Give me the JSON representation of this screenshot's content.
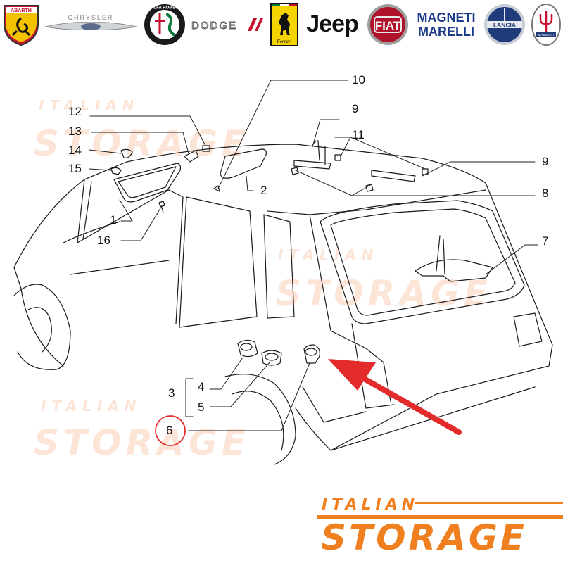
{
  "brands": [
    {
      "name": "Abarth",
      "text": "ABARTH",
      "icon": "abarth-scorpion-icon"
    },
    {
      "name": "Chrysler",
      "text": "CHRYSLER",
      "icon": "chrysler-wings-icon"
    },
    {
      "name": "Alfa Romeo",
      "text": "ALFA ROMEO",
      "icon": "alfa-romeo-badge-icon"
    },
    {
      "name": "Dodge",
      "text": "DODGE",
      "icon": "dodge-stripes-icon"
    },
    {
      "name": "Ferrari",
      "text": "Ferrari",
      "icon": "ferrari-horse-icon"
    },
    {
      "name": "Jeep",
      "text": "Jeep",
      "icon": "jeep-wordmark-icon"
    },
    {
      "name": "Fiat",
      "text": "FIAT",
      "icon": "fiat-badge-icon"
    },
    {
      "name": "Magneti Marelli",
      "text_line1": "MAGNETI",
      "text_line2": "MARELLI",
      "icon": "magneti-marelli-wordmark-icon"
    },
    {
      "name": "Lancia",
      "text": "LANCIA",
      "icon": "lancia-badge-icon"
    },
    {
      "name": "Maserati",
      "text": "MASERATI",
      "icon": "maserati-trident-icon"
    }
  ],
  "callouts": {
    "c1": "1",
    "c2": "2",
    "c3": "3",
    "c4": "4",
    "c5": "5",
    "c6": "6",
    "c7": "7",
    "c8": "8",
    "c9a": "9",
    "c9b": "9",
    "c10": "10",
    "c11": "11",
    "c12": "12",
    "c13": "13",
    "c14": "14",
    "c15": "15",
    "c16": "16"
  },
  "highlight": {
    "callout": "6",
    "circle_color": "#e32b2b",
    "arrow_color": "#e32b2b"
  },
  "watermark": {
    "line1": "ITALIAN",
    "line2": "STORAGE"
  },
  "footer": {
    "line1": "ITALIAN",
    "line2": "STORAGE",
    "color": "#f0801f"
  }
}
